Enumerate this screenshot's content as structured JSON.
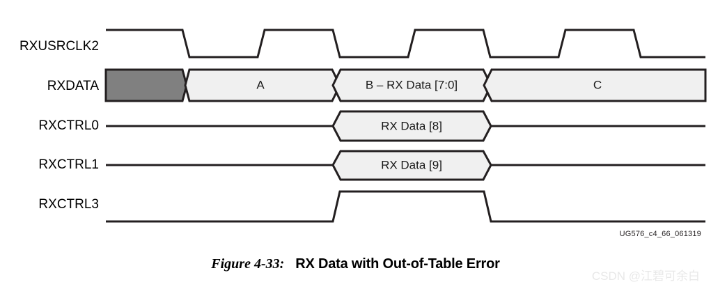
{
  "figure": {
    "caption_number": "Figure 4-33:",
    "caption_title": "RX Data with Out-of-Table Error",
    "doc_id": "UG576_c4_66_061319",
    "watermark": "CSDN @江碧可余白"
  },
  "signals": [
    {
      "name": "RXUSRCLK2",
      "type": "clock"
    },
    {
      "name": "RXDATA",
      "type": "bus"
    },
    {
      "name": "RXCTRL0",
      "type": "pulse-bus"
    },
    {
      "name": "RXCTRL1",
      "type": "pulse-bus"
    },
    {
      "name": "RXCTRL3",
      "type": "level"
    }
  ],
  "labels": {
    "rxusrclk2": "RXUSRCLK2",
    "rxdata": "RXDATA",
    "rxctrl0": "RXCTRL0",
    "rxctrl1": "RXCTRL1",
    "rxctrl3": "RXCTRL3"
  },
  "cells": {
    "rxdata_unknown": "",
    "rxdata_a": "A",
    "rxdata_b": "B – RX Data [7:0]",
    "rxdata_c": "C",
    "rxctrl0_value": "RX Data [8]",
    "rxctrl1_value": "RX Data [9]"
  },
  "colors": {
    "stroke": "#231f20",
    "cell_fill": "#f0f0f0",
    "unknown_fill": "#808080",
    "background": "#ffffff",
    "watermark": "#e8e8e8"
  },
  "chart_data": {
    "type": "timing",
    "title": "RX Data with Out-of-Table Error",
    "x_range": [
      152,
      1013
    ],
    "rows": [
      {
        "signal": "RXUSRCLK2",
        "kind": "clock",
        "baseline_y": 67,
        "high_y": 43,
        "low_y": 82,
        "edges": [
          {
            "x": 262,
            "to": "low"
          },
          {
            "x": 370,
            "to": "high"
          },
          {
            "x": 478,
            "to": "low"
          },
          {
            "x": 586,
            "to": "high"
          },
          {
            "x": 694,
            "to": "low"
          },
          {
            "x": 802,
            "to": "high"
          },
          {
            "x": 910,
            "to": "low"
          }
        ]
      },
      {
        "signal": "RXDATA",
        "kind": "bus",
        "top_y": 100,
        "bottom_y": 145,
        "segments": [
          {
            "label": "",
            "x_start": 152,
            "x_end": 262,
            "fill": "unknown"
          },
          {
            "label": "A",
            "x_start": 262,
            "x_end": 483,
            "fill": "light"
          },
          {
            "label": "B – RX Data [7:0]",
            "x_start": 483,
            "x_end": 700,
            "fill": "light"
          },
          {
            "label": "C",
            "x_start": 700,
            "x_end": 1013,
            "fill": "light"
          }
        ]
      },
      {
        "signal": "RXCTRL0",
        "kind": "pulse-bus",
        "line_y": 181,
        "top_y": 160,
        "bottom_y": 202,
        "pulse": {
          "label": "RX Data [8]",
          "x_start": 478,
          "x_end": 705
        }
      },
      {
        "signal": "RXCTRL1",
        "kind": "pulse-bus",
        "line_y": 237,
        "top_y": 217,
        "bottom_y": 259,
        "pulse": {
          "label": "RX Data [9]",
          "x_start": 478,
          "x_end": 705
        }
      },
      {
        "signal": "RXCTRL3",
        "kind": "level",
        "low_y": 318,
        "high_y": 275,
        "pulse": {
          "x_rise": 478,
          "x_fall": 695
        }
      }
    ]
  }
}
